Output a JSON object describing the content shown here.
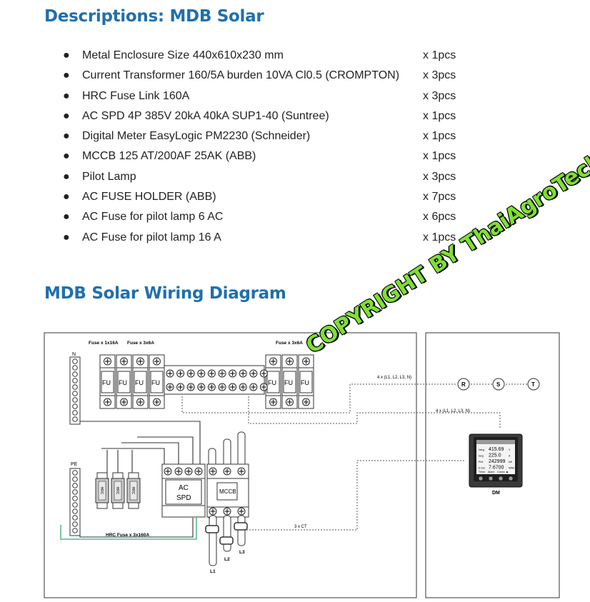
{
  "heading": "Descriptions: MDB Solar",
  "items": [
    {
      "name": "Metal Enclosure Size 440x610x230 mm",
      "qty": "x 1pcs"
    },
    {
      "name": "Current Transformer 160/5A burden 10VA Cl0.5 (CROMPTON)",
      "qty": "x 3pcs"
    },
    {
      "name": "HRC Fuse Link 160A",
      "qty": "x 3pcs"
    },
    {
      "name": "AC SPD 4P 385V 20kA 40kA SUP1-40 (Suntree)",
      "qty": "x 1pcs"
    },
    {
      "name": "Digital Meter EasyLogic PM2230 (Schneider)",
      "qty": "x 1pcs"
    },
    {
      "name": "MCCB 125 AT/200AF 25AK (ABB)",
      "qty": "x 1pcs"
    },
    {
      "name": "Pilot Lamp",
      "qty": "x 3pcs"
    },
    {
      "name": "AC FUSE HOLDER (ABB)",
      "qty": "x 7pcs"
    },
    {
      "name": "AC Fuse for pilot lamp 6 AC",
      "qty": "x 6pcs"
    },
    {
      "name": "AC Fuse for pilot lamp 16 A",
      "qty": "x 1pcs"
    }
  ],
  "bullet": "●",
  "diagram_heading": "MDB Solar Wiring Diagram",
  "watermark": "COPYRIGHT BY ThaiAgroTech",
  "diagram": {
    "fuse_1x16a": "Fuse x 1x16A",
    "fuse_3x6a_left": "Fuse x 3x6A",
    "fuse_3x6a_right": "Fuse x 3x6A",
    "fuse_label": "FU",
    "neutral_bar": "N",
    "earth_bar": "PE",
    "hrc_text": "HRC",
    "hrc_fuse_label": "HRC Fuse x 3x160A",
    "spd_line1": "AC",
    "spd_line2": "SPD",
    "mccb_label": "MCCB",
    "wire_top": "4 x (L1, L2, L3, N)",
    "wire_meter": "4 x (L1, L2, L3, N)",
    "ct_wire": "3 x CT",
    "lamp_r": "R",
    "lamp_s": "S",
    "lamp_t": "T",
    "meter_label": "DM",
    "l1": "L1",
    "l2": "L2",
    "l3": "L3",
    "meter_screen": {
      "rows": [
        {
          "label": "Vavg",
          "value": "415.69",
          "unit": "V"
        },
        {
          "label": "Iavg",
          "value": "225.0",
          "unit": "A"
        },
        {
          "label": "Ptot",
          "value": "242999",
          "unit": "kW"
        },
        {
          "label": "E Del",
          "value": "7.6700",
          "unit": "MWh"
        }
      ],
      "buttons": [
        "Timer",
        "Alarm",
        "Comm",
        "▶"
      ]
    }
  }
}
